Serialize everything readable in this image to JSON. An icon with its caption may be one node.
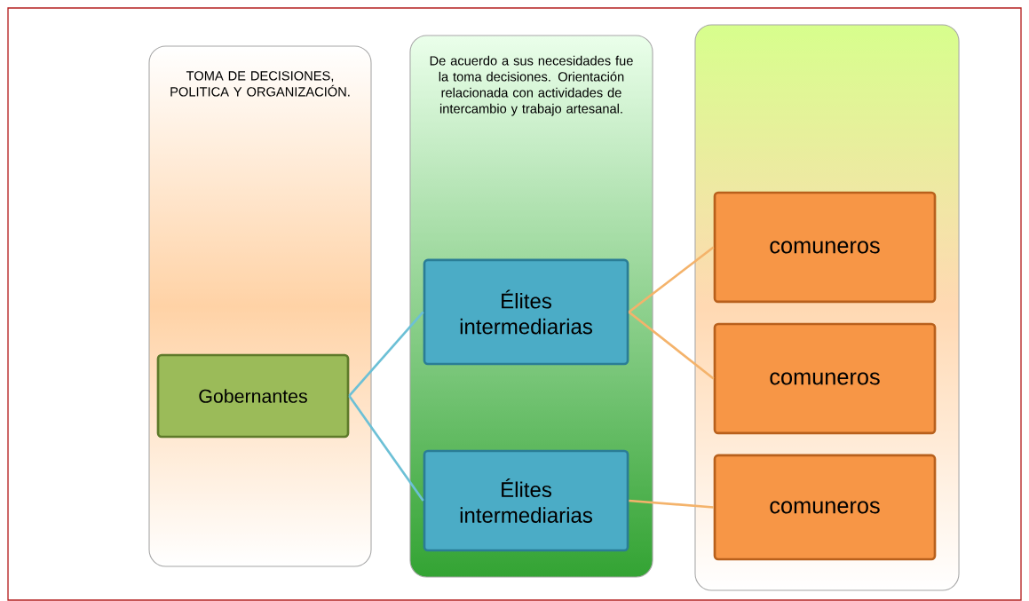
{
  "diagram": {
    "nodes": [
      {
        "text": [
          "TOMA DE DECISIONES, POLITICA Y ORGANIZACIÓN."
        ]
      },
      {
        "text": [
          "De acuerdo a sus necesidades fue la toma decisiones. Orientación relacionada con actividades de intercambio y trabajo artesanal."
        ]
      },
      {
        "text": [],
        "shape": "box"
      },
      {
        "text": [
          "Gobernantes"
        ],
        "in": 0
      },
      {
        "text": [
          "Élites intermediarias"
        ],
        "in": 1
      },
      {
        "text": [
          "Élites intermediarias"
        ],
        "in": 1
      },
      {
        "text": [
          "comuneros"
        ],
        "in": 2
      },
      {
        "text": [
          "comuneros"
        ],
        "in": 2
      },
      {
        "text": [
          "comuneros"
        ],
        "in": 2
      }
    ],
    "edges": [
      {
        "from": 3,
        "to": 4,
        "arrow": "none",
        "color": "#6cc0d6"
      },
      {
        "from": 3,
        "to": 5,
        "arrow": "none",
        "color": "#6cc0d6"
      },
      {
        "from": 4,
        "to": 6,
        "arrow": "none",
        "color": "#f4b36b"
      },
      {
        "from": 4,
        "to": 7,
        "arrow": "none",
        "color": "#f4b36b"
      },
      {
        "from": 5,
        "to": 8,
        "arrow": "none",
        "color": "#f4b36b"
      }
    ]
  }
}
